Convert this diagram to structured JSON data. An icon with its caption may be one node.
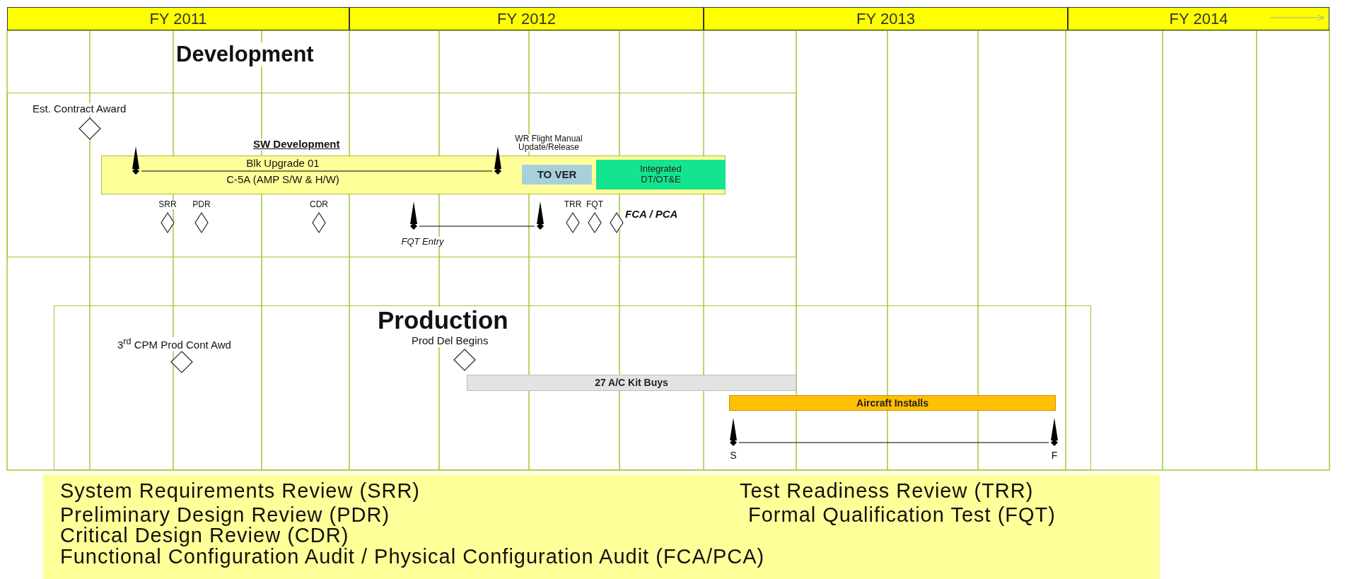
{
  "diagram": {
    "nodes": [
      {
        "text": [
          "FY 2011"
        ]
      },
      {
        "text": [
          "FY 2012"
        ]
      },
      {
        "text": [
          "FY 2013"
        ]
      },
      {
        "text": [
          "FY 2014"
        ]
      },
      {
        "text": [
          "Development"
        ]
      },
      {
        "text": [],
        "shape": "diamond",
        "beside": [
          "Est. Contract Award"
        ],
        "in": 4
      },
      {
        "text": [
          "SW Development",
          "Blk Upgrade 01",
          "C-5A (AMP S/W & H/W)"
        ],
        "in": 4
      },
      {
        "text": [
          "TO VER"
        ],
        "in": 6
      },
      {
        "text": [
          "Integrated DT/OT&E"
        ],
        "in": 6
      },
      {
        "text": [],
        "shape": "triangle",
        "in": 4
      },
      {
        "text": [],
        "shape": "triangle",
        "beside": [
          "WR Flight Manual Update/Release"
        ],
        "in": 4
      },
      {
        "text": [],
        "shape": "diamond",
        "beside": [
          "SRR"
        ],
        "in": 4
      },
      {
        "text": [],
        "shape": "diamond",
        "beside": [
          "PDR"
        ],
        "in": 4
      },
      {
        "text": [],
        "shape": "diamond",
        "beside": [
          "CDR"
        ],
        "in": 4
      },
      {
        "text": [],
        "shape": "triangle",
        "beside": [
          "FQT Entry"
        ],
        "in": 4
      },
      {
        "text": [],
        "shape": "triangle",
        "in": 4
      },
      {
        "text": [],
        "shape": "diamond",
        "beside": [
          "TRR"
        ],
        "in": 4
      },
      {
        "text": [],
        "shape": "diamond",
        "beside": [
          "FQT"
        ],
        "in": 4
      },
      {
        "text": [],
        "shape": "diamond",
        "beside": [
          "FCA / PCA"
        ],
        "in": 4
      },
      {
        "text": [
          "Production"
        ]
      },
      {
        "text": [],
        "shape": "diamond",
        "beside": [
          "3$^{rd}$ CPM Prod Cont Awd"
        ],
        "in": 19
      },
      {
        "text": [],
        "shape": "diamond",
        "beside": [
          "Prod Del Begins"
        ],
        "in": 19
      },
      {
        "text": [
          "27 A/C Kit Buys"
        ],
        "in": 19
      },
      {
        "text": [
          "Aircraft Installs"
        ],
        "in": 19
      },
      {
        "text": [],
        "shape": "triangle",
        "beside": [
          "S"
        ],
        "in": 19
      },
      {
        "text": [],
        "shape": "triangle",
        "beside": [
          "F"
        ],
        "in": 19
      },
      {
        "text": [
          "System Requirements Review (SRR)",
          "Test Readiness Review (TRR)",
          "Preliminary Design Review (PDR)",
          "Formal Qualification Test (FQT)",
          "Critical Design Review (CDR)",
          "Functional Configuration Audit / Physical Configuration Audit (FCA/PCA)"
        ]
      }
    ],
    "edges": [
      {
        "from": 9,
        "to": 10,
        "arrow": "none"
      },
      {
        "from": 14,
        "to": 15,
        "arrow": "none"
      },
      {
        "from": 24,
        "to": 25,
        "arrow": "none"
      }
    ]
  }
}
